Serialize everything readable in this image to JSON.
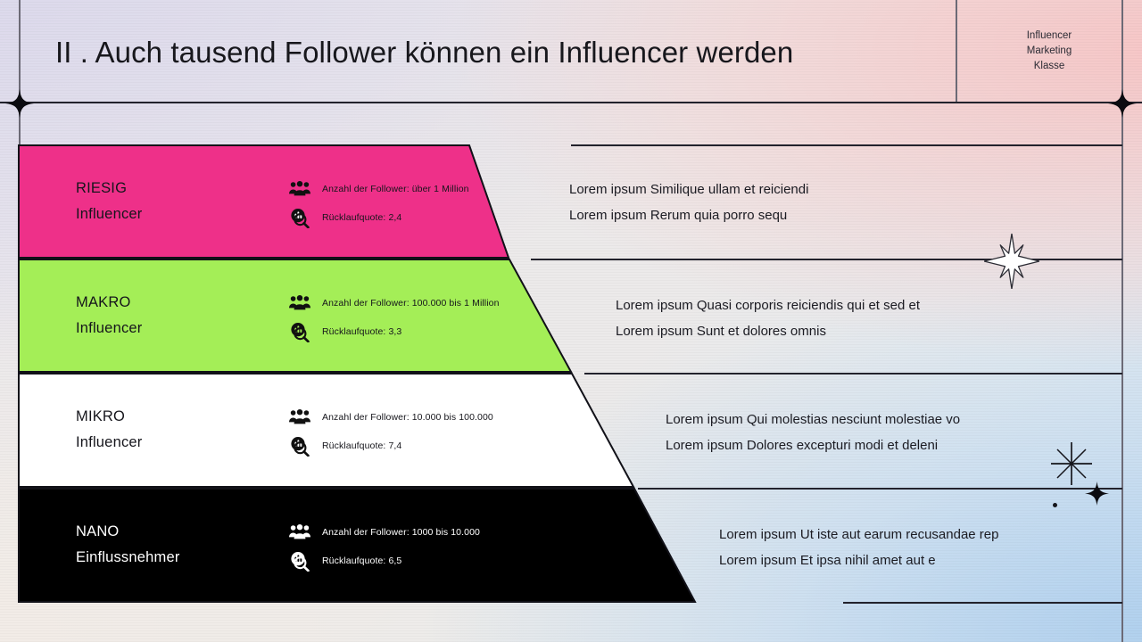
{
  "header": {
    "title": "II . Auch tausend Follower können ein Influencer werden",
    "brand_line1": "Influencer",
    "brand_line2": "Marketing",
    "brand_line3": "Klasse"
  },
  "colors": {
    "band_riesig": "#EE3089",
    "band_makro": "#A4EE57",
    "band_mikro": "#FFFFFF",
    "band_nano": "#000000",
    "outline": "#111118",
    "guide_line": "#6C6A76"
  },
  "icons": {
    "followers": "people-group-icon",
    "rate": "chart-magnifier-icon"
  },
  "tiers": [
    {
      "name": "RIESIG",
      "role": "Influencer",
      "followers": "Anzahl der Follower: über 1 Million",
      "rate": "Rücklaufquote: 2,4",
      "desc_line1": "Lorem ipsum Similique ullam et reiciendi",
      "desc_line2": "Lorem ipsum Rerum quia porro sequ"
    },
    {
      "name": "MAKRO",
      "role": "Influencer",
      "followers": "Anzahl der Follower: 100.000 bis 1 Million",
      "rate": "Rücklaufquote: 3,3",
      "desc_line1": "Lorem ipsum Quasi corporis reiciendis qui et sed et",
      "desc_line2": "Lorem ipsum Sunt et dolores omnis"
    },
    {
      "name": "MIKRO",
      "role": "Influencer",
      "followers": "Anzahl der Follower: 10.000 bis 100.000",
      "rate": "Rücklaufquote: 7,4",
      "desc_line1": "Lorem ipsum Qui molestias nesciunt molestiae vo",
      "desc_line2": "Lorem ipsum Dolores excepturi modi et deleni"
    },
    {
      "name": "NANO",
      "role": "Einflussnehmer",
      "followers": "Anzahl der Follower: 1000 bis 10.000",
      "rate": "Rücklaufquote: 6,5",
      "desc_line1": "Lorem ipsum Ut iste aut earum recusandae rep",
      "desc_line2": "Lorem ipsum Et ipsa nihil amet aut e"
    }
  ]
}
